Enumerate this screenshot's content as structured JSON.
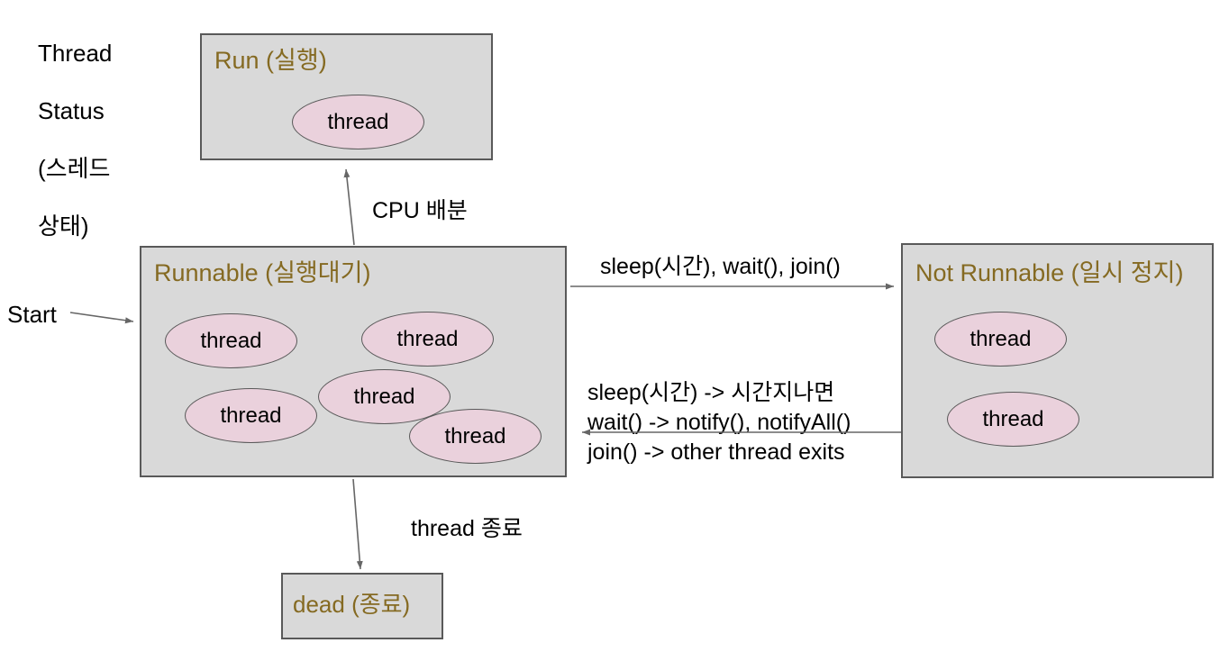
{
  "diagram": {
    "kind": "thread-state-diagram",
    "note_lines": [
      "Thread",
      "Status",
      "(스레드",
      "상태)"
    ]
  },
  "colors": {
    "box_fill": "#d9d9d9",
    "box_border": "#595959",
    "title_text": "#856a22",
    "ellipse_fill": "#ead1dc",
    "ellipse_border": "#595959",
    "arrow": "#666666",
    "label_text": "#000000",
    "background": "#ffffff"
  },
  "boxes": {
    "run": {
      "title": "Run (실행)"
    },
    "runnable": {
      "title": "Runnable (실행대기)"
    },
    "not_runnable": {
      "title": "Not Runnable (일시 정지)"
    },
    "dead": {
      "title": "dead (종료)"
    }
  },
  "thread_label": "thread",
  "edges": {
    "start": "Start",
    "cpu_dispatch": "CPU 배분",
    "suspend": "sleep(시간), wait(), join()",
    "resume_lines": [
      "sleep(시간) -> 시간지나면",
      "wait() -> notify(), notifyAll()",
      "join() -> other thread exits"
    ],
    "terminate": "thread 종료"
  }
}
